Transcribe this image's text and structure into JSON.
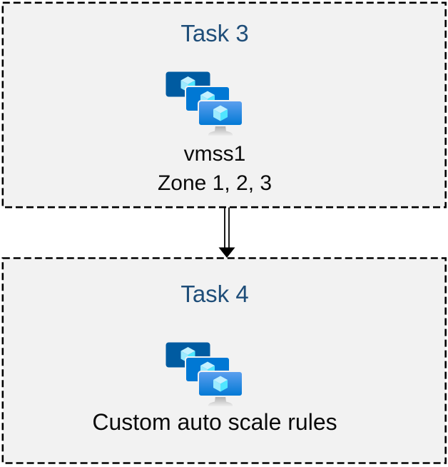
{
  "boxes": [
    {
      "title": "Task 3",
      "icon": "vm-scale-sets-icon",
      "lines": [
        "vmss1",
        "Zone 1, 2, 3"
      ]
    },
    {
      "title": "Task 4",
      "icon": "vm-scale-sets-icon",
      "lines": [
        "Custom auto scale rules"
      ]
    }
  ],
  "connector": {
    "type": "double-line-arrow",
    "direction": "down",
    "from": "Task 3",
    "to": "Task 4"
  },
  "colors": {
    "page_background": "#FFFFFF",
    "box_fill": "#F2F2F2",
    "box_border": "#000000",
    "title_text": "#1F4E79",
    "body_text": "#000000",
    "monitor_back": "#005BA1",
    "monitor_middle": "#0078D4",
    "monitor_front_top": "#5EA0EF",
    "monitor_front_bottom": "#0078D4",
    "cube_top": "#C3F1FF",
    "cube_left": "#9CEBFF",
    "cube_right": "#50E6FF",
    "stand_top": "#9A9A9A",
    "stand_bottom": "#EDEDED",
    "arrow": "#000000"
  }
}
